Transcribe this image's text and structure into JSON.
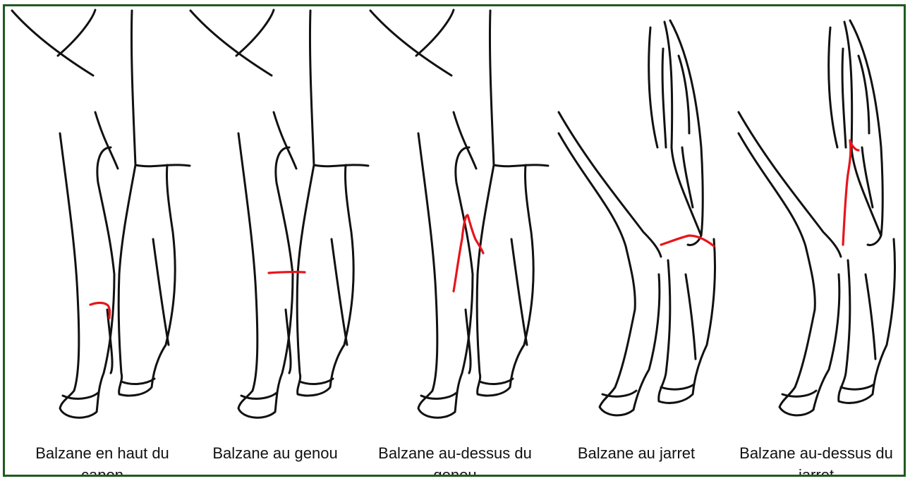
{
  "colors": {
    "frame": "#1f5a1f",
    "outline": "#111111",
    "marking": "#e8141b"
  },
  "panels": [
    {
      "leg": "front",
      "caption": "Balzane en haut du canon"
    },
    {
      "leg": "front",
      "caption": "Balzane au genou"
    },
    {
      "leg": "front",
      "caption": "Balzane au-dessus du genou"
    },
    {
      "leg": "hind",
      "caption": "Balzane au jarret"
    },
    {
      "leg": "hind",
      "caption": "Balzane au-dessus du jarret"
    }
  ]
}
